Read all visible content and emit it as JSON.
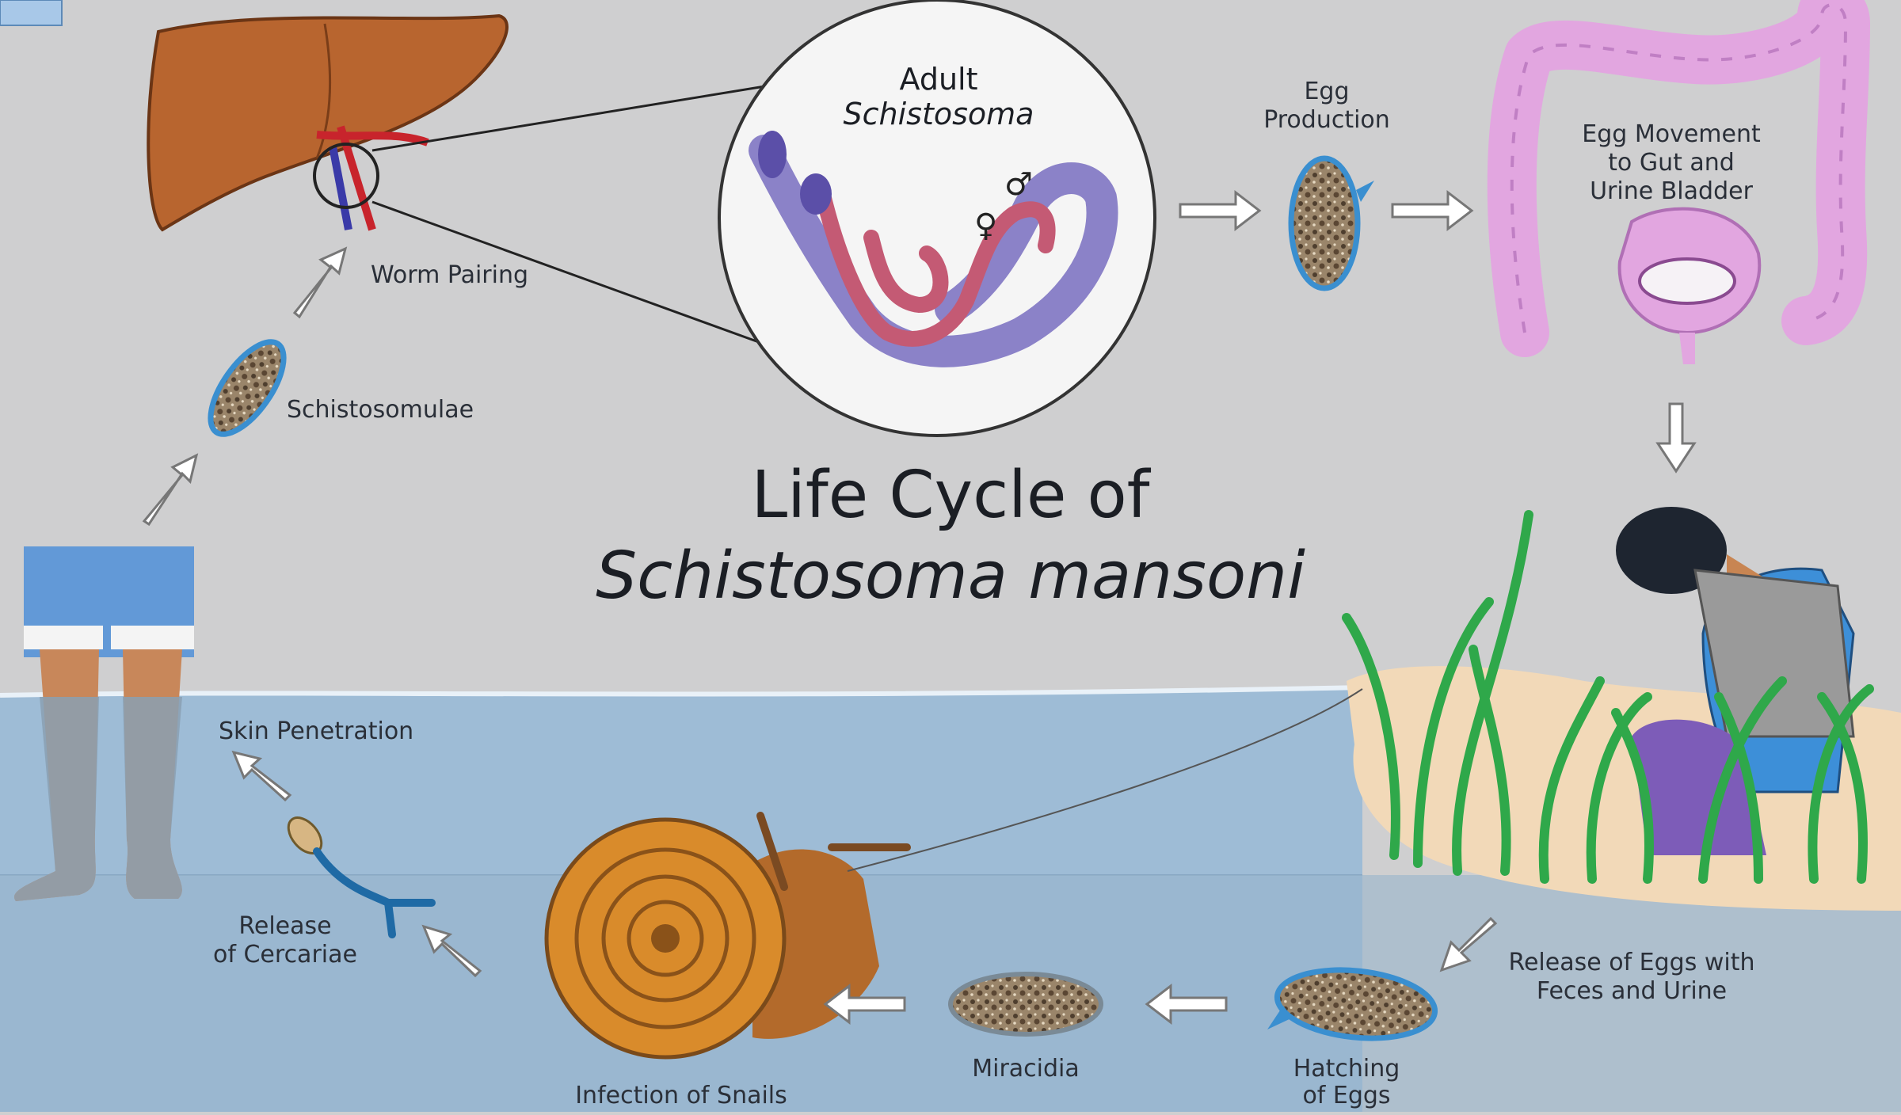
{
  "title": {
    "line1": "Life Cycle of",
    "line2": "Schistosoma mansoni"
  },
  "adult": {
    "line1": "Adult",
    "line2": "Schistosoma",
    "male_symbol": "♂",
    "female_symbol": "♀"
  },
  "steps": {
    "worm_pairing": "Worm Pairing",
    "schistosomulae": "Schistosomulae",
    "egg_production": [
      "Egg",
      "Production"
    ],
    "egg_movement": [
      "Egg Movement",
      "to Gut and",
      "Urine Bladder"
    ],
    "release_eggs": [
      "Release of Eggs with",
      "Feces and Urine"
    ],
    "hatching": [
      "Hatching",
      "of Eggs"
    ],
    "miracidia": "Miracidia",
    "infection_snails": "Infection of Snails",
    "release_cercariae": [
      "Release",
      "of Cercariae"
    ],
    "skin_penetration": "Skin Penetration"
  },
  "colors": {
    "background": "#cfcfd0",
    "water": "#9ebcd6",
    "liver": "#b8652f",
    "intestine": "#e2a6e0",
    "worm_male": "#8b82c8",
    "worm_female": "#c45a74",
    "egg_outline": "#3a8fd0",
    "snail_shell": "#d98b2b",
    "grass": "#2fa84a",
    "shirt": "#3d8fd8"
  },
  "icons": [
    "liver-icon",
    "worm-pair-icon",
    "egg-icon",
    "intestine-icon",
    "bladder-icon",
    "person-icon",
    "grass-icon",
    "snail-icon",
    "miracidium-icon",
    "cercaria-icon",
    "schistosomulum-icon",
    "legs-icon",
    "arrow-icon"
  ]
}
